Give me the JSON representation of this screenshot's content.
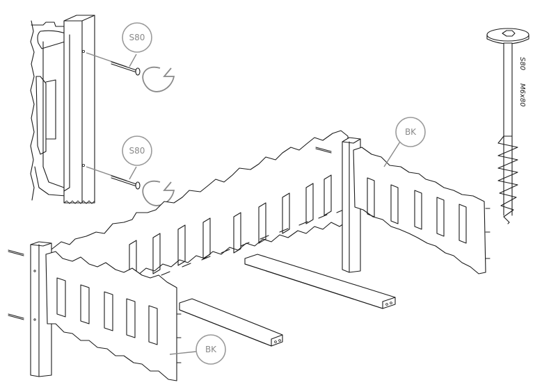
{
  "callouts": {
    "screw_top": "S80",
    "screw_bottom": "S80",
    "bk_right": "BK",
    "bk_front": "BK"
  },
  "screw_spec": {
    "code": "S80",
    "size": "M6x80"
  },
  "colors": {
    "line": "#1a1a1a",
    "callout": "#8a8a8a",
    "background": "#ffffff"
  }
}
